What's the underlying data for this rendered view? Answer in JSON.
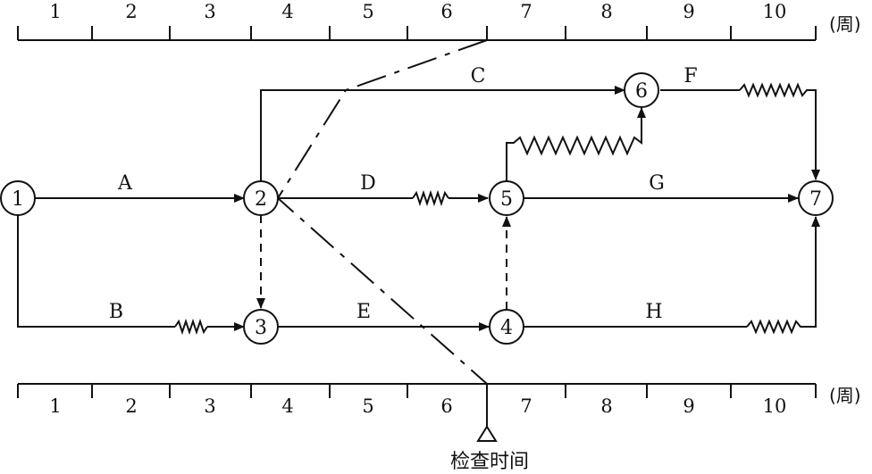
{
  "timescale": {
    "ticks": [
      "1",
      "2",
      "3",
      "4",
      "5",
      "6",
      "7",
      "8",
      "9",
      "10"
    ],
    "unit": "(周)"
  },
  "nodes": [
    "1",
    "2",
    "3",
    "4",
    "5",
    "6",
    "7"
  ],
  "activities": {
    "A": "A",
    "B": "B",
    "C": "C",
    "D": "D",
    "E": "E",
    "F": "F",
    "G": "G",
    "H": "H"
  },
  "check_label": "检查时间"
}
